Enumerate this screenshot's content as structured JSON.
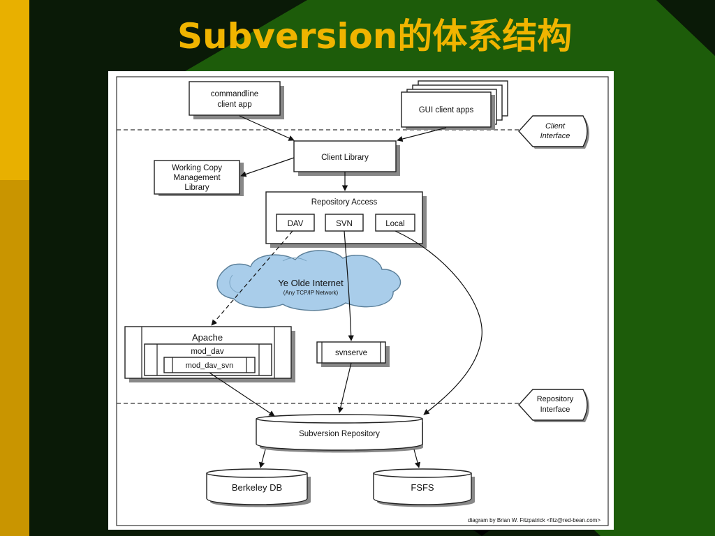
{
  "slide": {
    "title": "Subversion的体系结构"
  },
  "diagram": {
    "commandline": [
      "commandline",
      "client app"
    ],
    "gui": "GUI client apps",
    "client_interface": [
      "Client",
      "Interface"
    ],
    "client_library": "Client Library",
    "working_copy": [
      "Working Copy",
      "Management",
      "Library"
    ],
    "repository_access": "Repository Access",
    "dav": "DAV",
    "svn": "SVN",
    "local": "Local",
    "internet_title": "Ye Olde Internet",
    "internet_sub": "(Any TCP/IP Network)",
    "apache": "Apache",
    "mod_dav": "mod_dav",
    "mod_dav_svn": "mod_dav_svn",
    "svnserve": "svnserve",
    "repository_interface": [
      "Repository",
      "Interface"
    ],
    "subversion_repository": "Subversion Repository",
    "berkeley": "Berkeley DB",
    "fsfs": "FSFS",
    "credit": "diagram by Brian W. Fitzpatrick <fitz@red-bean.com>"
  },
  "colors": {
    "title": "#f0b400",
    "gold_bar": "#e8b000",
    "green": "#1d5c0a",
    "dark": "#0a1a07"
  }
}
